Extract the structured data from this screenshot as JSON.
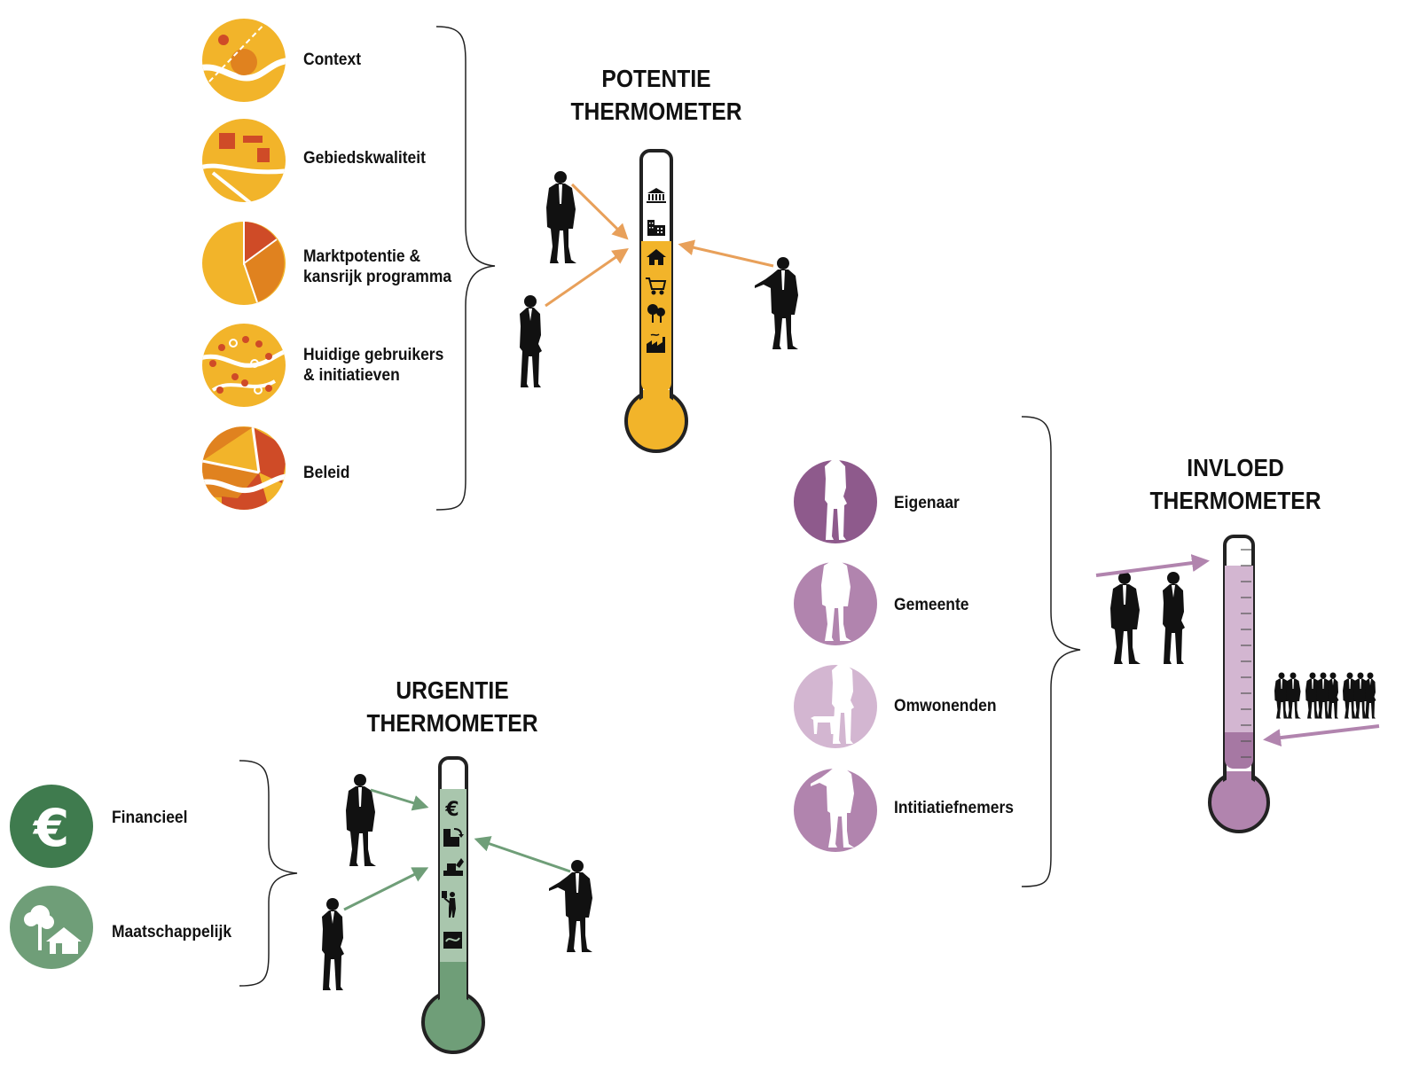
{
  "potentie": {
    "title_line1": "POTENTIE",
    "title_line2": "THERMOMETER",
    "items": [
      {
        "line1": "Context",
        "line2": ""
      },
      {
        "line1": "Gebiedskwaliteit",
        "line2": ""
      },
      {
        "line1": "Marktpotentie &",
        "line2": "kansrijk programma"
      },
      {
        "line1": "Huidige gebruikers",
        "line2": "& initiatieven"
      },
      {
        "line1": "Beleid",
        "line2": ""
      }
    ],
    "thermometer_icons": [
      "bank-icon",
      "office-building-icon",
      "house-icon",
      "shopping-cart-icon",
      "trees-icon",
      "factory-icon"
    ],
    "colors": {
      "yellow": "#f2b42a",
      "orange": "#e0821f",
      "red": "#cf4b27",
      "arrow": "#e8a05a"
    }
  },
  "urgentie": {
    "title_line1": "URGENTIE",
    "title_line2": "THERMOMETER",
    "items": [
      {
        "line1": "Financieel",
        "icon": "euro-icon"
      },
      {
        "line1": "Maatschappelijk",
        "icon": "tree-house-icon"
      }
    ],
    "thermometer_icons": [
      "euro-icon",
      "building-arrow-icon",
      "excavator-icon",
      "protester-icon",
      "vandalism-icon"
    ],
    "colors": {
      "dark_green": "#3f7b4e",
      "green": "#6f9e78",
      "light_green": "#a9c6ad",
      "arrow": "#6f9e78"
    }
  },
  "invloed": {
    "title_line1": "INVLOED",
    "title_line2": "THERMOMETER",
    "items": [
      {
        "line1": "Eigenaar",
        "icon": "owner-icon"
      },
      {
        "line1": "Gemeente",
        "icon": "municipality-icon"
      },
      {
        "line1": "Omwonenden",
        "icon": "residents-icon"
      },
      {
        "line1": "Intitiatiefnemers",
        "icon": "initiator-icon"
      }
    ],
    "colors": {
      "dark_purple": "#8e5a8c",
      "purple": "#b184ae",
      "light_purple": "#d3b6d1",
      "mid_purple": "#a678a3",
      "arrow": "#b184ae"
    }
  }
}
